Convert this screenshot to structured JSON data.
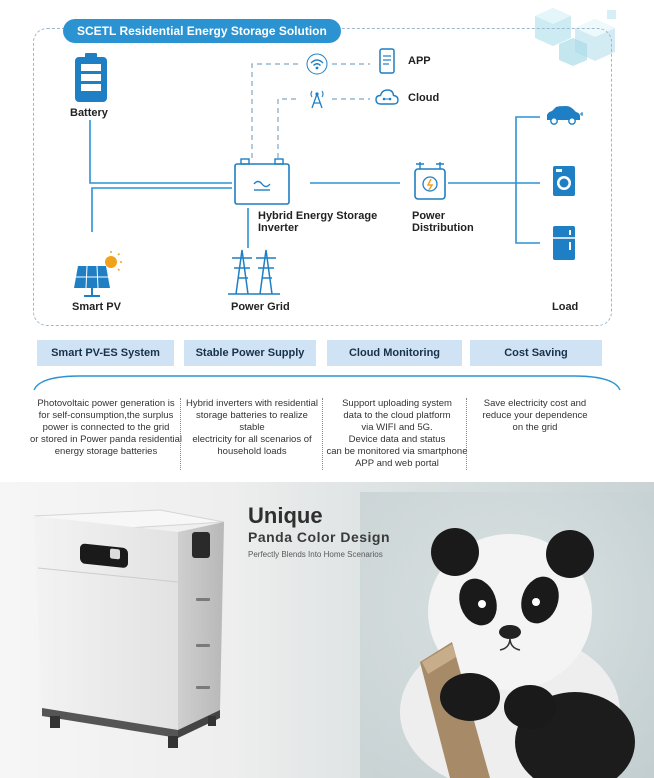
{
  "header": {
    "title": "SCETL Residential Energy Storage Solution"
  },
  "diagram": {
    "battery": "Battery",
    "app": "APP",
    "cloud": "Cloud",
    "inverter": "Hybrid Energy Storage\nInverter",
    "power_distribution": "Power\nDistribution",
    "smart_pv": "Smart PV",
    "power_grid": "Power Grid",
    "load": "Load"
  },
  "features": [
    {
      "title": "Smart PV-ES System",
      "desc": "Photovoltaic power generation is\nfor self-consumption,the surplus\npower is connected to the grid\nor stored in Power panda residential\nenergy storage batteries"
    },
    {
      "title": "Stable Power Supply",
      "desc": "Hybrid inverters with residential\nstorage batteries to realize stable\nelectricity for all scenarios of\nhousehold loads"
    },
    {
      "title": "Cloud Monitoring",
      "desc": "Support uploading system\ndata to the cloud platform\nvia WIFI and 5G.\nDevice data and status\ncan be monitored via smartphone\nAPP and web portal"
    },
    {
      "title": "Cost Saving",
      "desc": "Save electricity cost and\nreduce your dependence\non the grid"
    }
  ],
  "banner": {
    "title": "Unique",
    "subtitle": "Panda Color Design",
    "tagline": "Perfectly Blends Into Home Scenarios"
  },
  "colors": {
    "accent": "#2c93d2",
    "feature_bg": "#cfe3f4",
    "icon": "#1e7fc4"
  }
}
